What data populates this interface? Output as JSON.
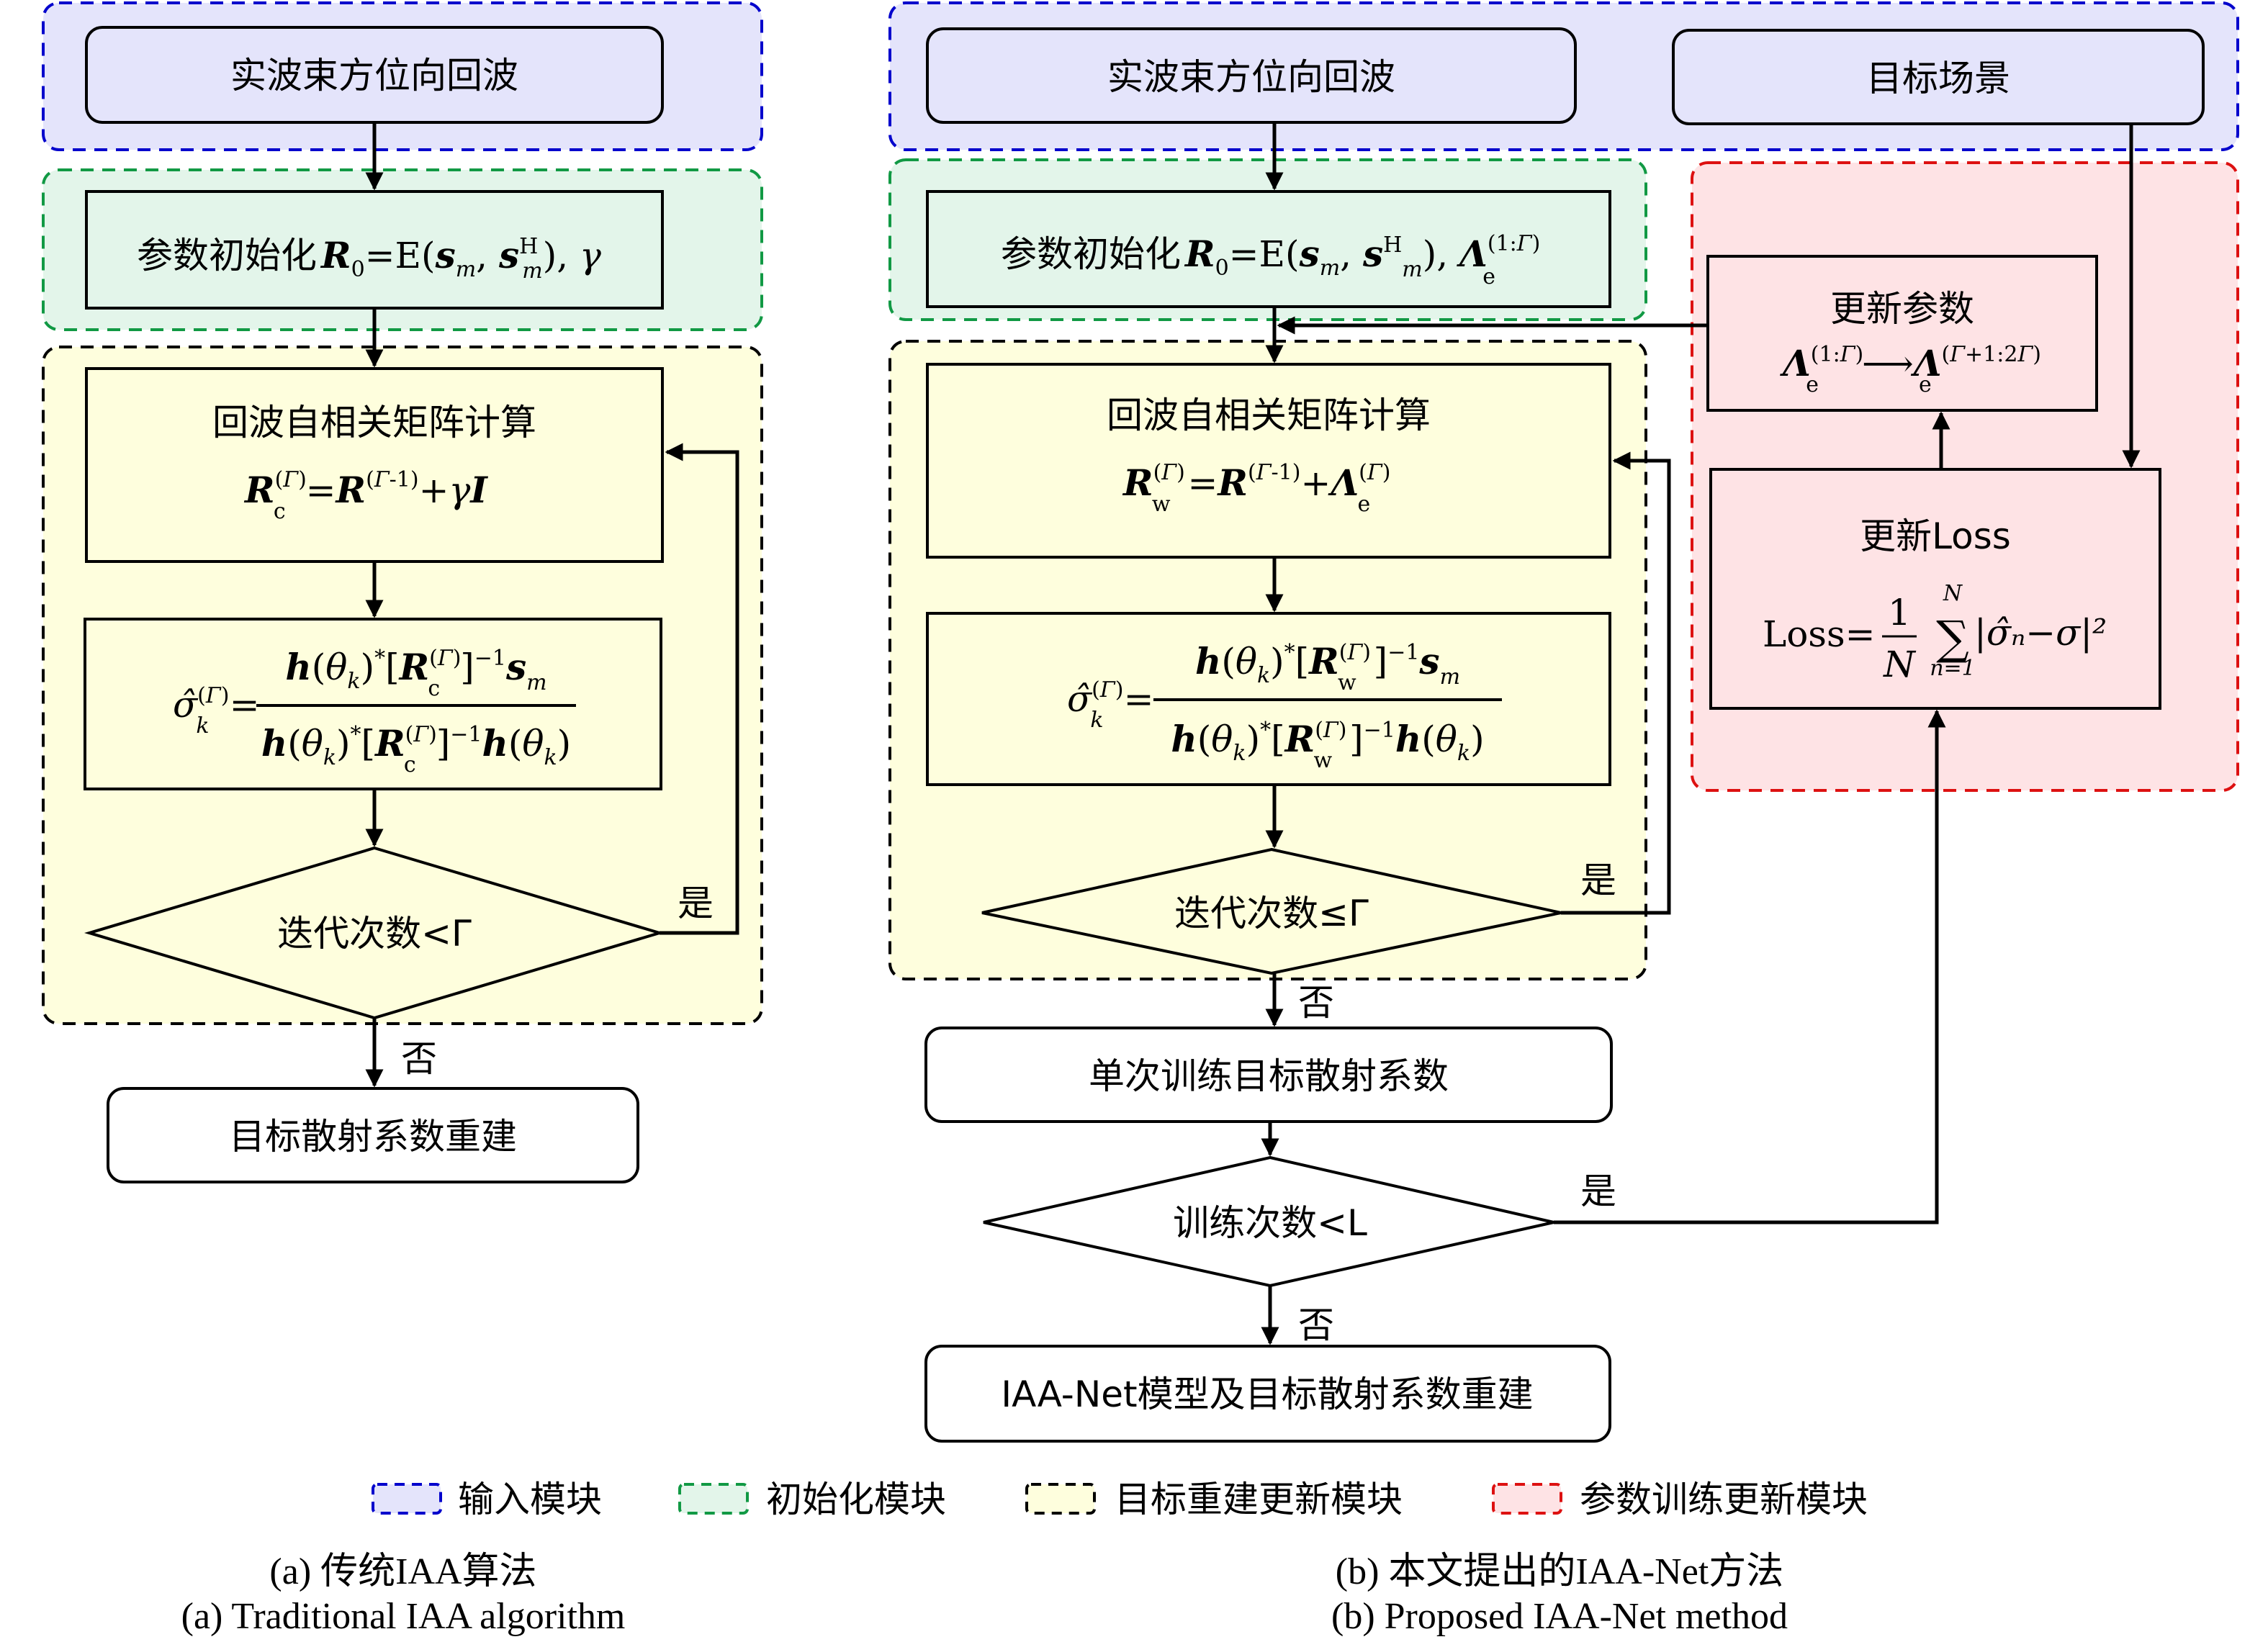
{
  "colors": {
    "input_fill": "#e4e4fb",
    "input_border": "#0000cc",
    "init_fill": "#e3f5ea",
    "init_border": "#119944",
    "update_fill": "#fefedd",
    "update_border": "#000000",
    "train_fill": "#fee3e5",
    "train_border": "#dd1111"
  },
  "panel_a": {
    "input_node": "实波束方位向回波",
    "init_node": {
      "label": "参数初始化",
      "formula": "R₀=E(sₘ, sₘᴴ), γ"
    },
    "autocorr_node": {
      "label": "回波自相关矩阵计算",
      "formula": "R꜀⁽ᴳ⁾=R⁽ᴳ⁻¹⁾+γI"
    },
    "sigma_node": {
      "lhs": "σ̂ₖ⁽ᴳ⁾=",
      "numerator": "h(θₖ)*[R꜀⁽ᴳ⁾]⁻¹sₘ",
      "denominator": "h(θₖ)*[R꜀⁽ᴳ⁾]⁻¹h(θₖ)"
    },
    "decision": "迭代次数<Γ",
    "yes": "是",
    "no": "否",
    "output_node": "目标散射系数重建"
  },
  "panel_b": {
    "input_node": "实波束方位向回波",
    "scene_node": "目标场景",
    "init_node": {
      "label": "参数初始化",
      "formula": "R₀=E(sₘ, sᴴₘ), Λₑ⁽¹:ᴳ⁾"
    },
    "autocorr_node": {
      "label": "回波自相关矩阵计算",
      "formula": "R_w⁽ᴳ⁾=R⁽ᴳ⁻¹⁾+Λₑ⁽ᴳ⁾"
    },
    "sigma_node": {
      "lhs": "σ̂ₖ⁽ᴳ⁾=",
      "numerator": "h(θₖ)*[R_w⁽ᴳ⁾]⁻¹sₘ",
      "denominator": "h(θₖ)*[R_w⁽ᴳ⁾]⁻¹h(θₖ)"
    },
    "decision_iter": "迭代次数≤Γ",
    "single_train_node": "单次训练目标散射系数",
    "decision_train": "训练次数<L",
    "update_params_node": {
      "label": "更新参数",
      "formula": "Λₑ⁽¹:ᴳ⁾⟶Λₑ⁽ᴳ⁺¹:²ᴳ⁾"
    },
    "update_loss_node": {
      "label": "更新Loss",
      "formula_lhs": "Loss=",
      "frac_num": "1",
      "frac_den": "N",
      "sum_top": "N",
      "sum_bottom": "n=1",
      "sum_body": "|σ̂ₙ−σ|²"
    },
    "yes": "是",
    "no": "否",
    "output_node": "IAA-Net模型及目标散射系数重建"
  },
  "legend": [
    {
      "label": "输入模块",
      "key": "input"
    },
    {
      "label": "初始化模块",
      "key": "init"
    },
    {
      "label": "目标重建更新模块",
      "key": "update"
    },
    {
      "label": "参数训练更新模块",
      "key": "train"
    }
  ],
  "captions": {
    "a_cn": "(a) 传统IAA算法",
    "a_en": "(a) Traditional IAA algorithm",
    "b_cn": "(b) 本文提出的IAA-Net方法",
    "b_en": "(b) Proposed IAA-Net method"
  }
}
